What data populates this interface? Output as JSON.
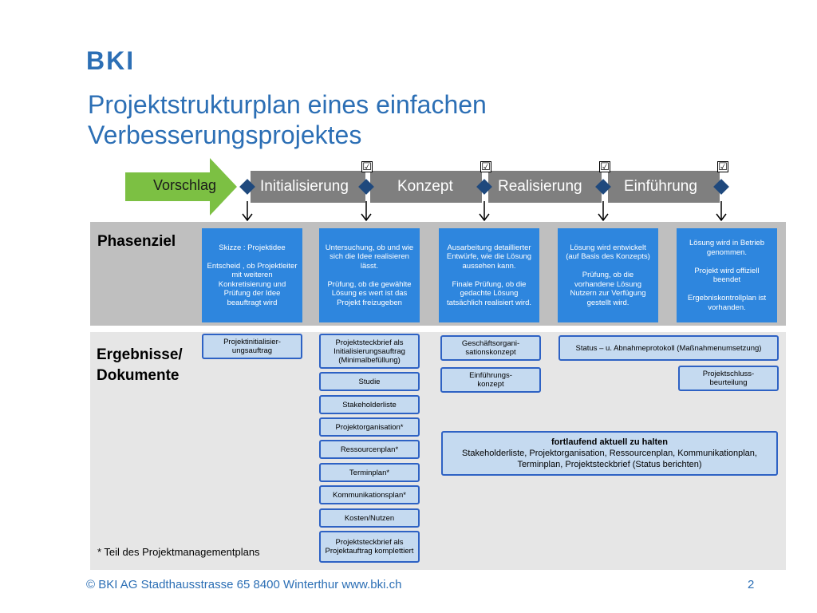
{
  "logo": "BKI",
  "title_line1": "Projektstrukturplan eines einfachen",
  "title_line2": "Verbesserungsprojektes",
  "phases": {
    "vorschlag": "Vorschlag",
    "initialisierung": "Initialisierung",
    "konzept": "Konzept",
    "realisierung": "Realisierung",
    "einfuehrung": "Einführung"
  },
  "checkmark": "☑",
  "sections": {
    "phasenziel": "Phasenziel",
    "ergebnisse_line1": "Ergebnisse/",
    "ergebnisse_line2": "Dokumente"
  },
  "goals": {
    "g1": "Skizze : Projektidee\n\nEntscheid , ob Projektleiter mit weiteren Konkretisierung und Prüfung der Idee beauftragt wird",
    "g2": "Untersuchung, ob und wie sich die Idee realisieren lässt.\n\nPrüfung, ob die gewählte Lösung es wert ist das Projekt freizugeben",
    "g3": "Ausarbeitung detaillierter Entwürfe, wie die Lösung aussehen kann.\n\nFinale Prüfung, ob die gedachte Lösung tatsächlich realisiert wird.",
    "g4": "Lösung wird entwickelt (auf Basis des Konzepts)\n\nPrüfung, ob die vorhandene Lösung Nutzern zur Verfügung gestellt wird.",
    "g5": "Lösung wird in Betrieb genommen.\n\nProjekt wird offiziell beendet\n\nErgebniskontrollplan ist vorhanden."
  },
  "docs": {
    "d_init": "Projektinitialisier-\nungsauftrag",
    "d_steckbrief": "Projektsteckbrief als Initialisierungsauftrag (Minimalbefüllung)",
    "d_studie": "Studie",
    "d_stakeholder": "Stakeholderliste",
    "d_organisation": "Projektorganisation*",
    "d_ressourcen": "Ressourcenplan*",
    "d_termin": "Terminplan*",
    "d_kommunikation": "Kommunikationsplan*",
    "d_kosten": "Kosten/Nutzen",
    "d_steckbrief_komplett": "Projektsteckbrief als Projektauftrag komplettiert",
    "d_geschaeft": "Geschäftsorgani-\nsationskonzept",
    "d_einfuehrung": "Einführungs-\nkonzept",
    "d_status": "Status – u. Abnahmeprotokoll (Maßnahmenumsetzung)",
    "d_schluss": "Projektschluss-\nbeurteilung",
    "d_fortlaufend_title": "fortlaufend aktuell zu halten",
    "d_fortlaufend_body": "Stakeholderliste, Projektorganisation, Ressourcenplan, Kommunikationplan, Terminplan, Projektsteckbrief (Status berichten)"
  },
  "footnote": "* Teil des Projektmanagementplans",
  "footer": "© BKI AG Stadthausstrasse 65  8400 Winterthur  www.bki.ch",
  "page_number": "2",
  "colors": {
    "brand_blue": "#2c6fb5",
    "goal_blue": "#2e86de",
    "doc_fill": "#c5daf0",
    "doc_border": "#2e62c4",
    "diamond": "#1f497d",
    "phase_gray": "#7f7f7f",
    "vorschlag_green": "#7cc043"
  }
}
